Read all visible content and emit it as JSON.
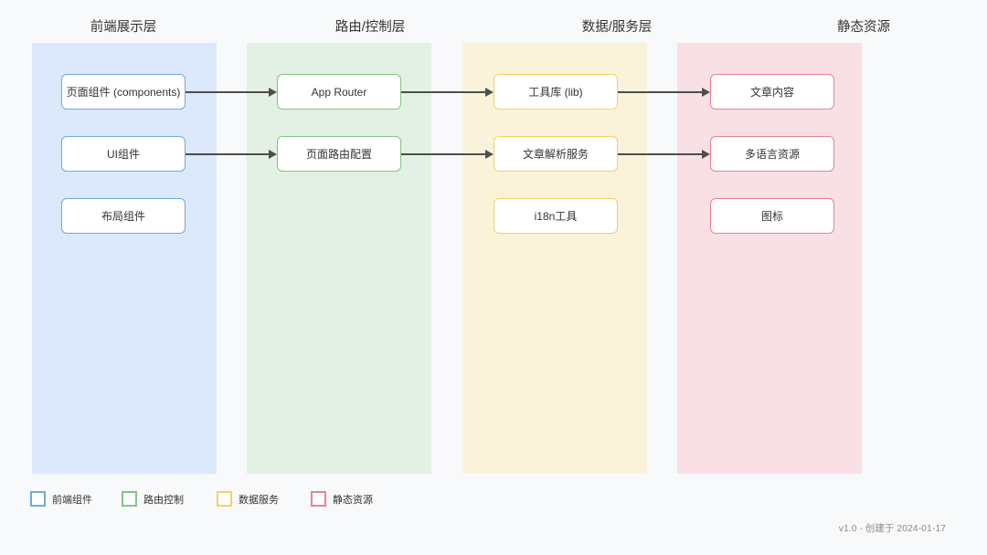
{
  "diagram": {
    "columns": [
      {
        "title": "前端展示层",
        "nodes": [
          "页面组件 (components)",
          "UI组件",
          "布局组件"
        ]
      },
      {
        "title": "路由/控制层",
        "nodes": [
          "App Router",
          "页面路由配置"
        ]
      },
      {
        "title": "数据/服务层",
        "nodes": [
          "工具库 (lib)",
          "文章解析服务",
          "i18n工具"
        ]
      },
      {
        "title": "静态资源",
        "nodes": [
          "文章内容",
          "多语言资源",
          "图标"
        ]
      }
    ],
    "edges": [
      {
        "from": "页面组件 (components)",
        "to": "App Router"
      },
      {
        "from": "App Router",
        "to": "工具库 (lib)"
      },
      {
        "from": "工具库 (lib)",
        "to": "文章内容"
      },
      {
        "from": "UI组件",
        "to": "页面路由配置"
      },
      {
        "from": "页面路由配置",
        "to": "文章解析服务"
      },
      {
        "from": "文章解析服务",
        "to": "多语言资源"
      }
    ]
  },
  "legend": {
    "items": [
      {
        "label": "前端组件",
        "color": "#6ea9e3"
      },
      {
        "label": "路由控制",
        "color": "#80c684"
      },
      {
        "label": "数据服务",
        "color": "#f3d264"
      },
      {
        "label": "静态资源",
        "color": "#ea8292"
      }
    ]
  },
  "footer": {
    "text": "v1.0 - 创建于 2024-01-17"
  },
  "colors": {
    "background": "#f8f9fa",
    "panel_blue": "#dbe9fb",
    "panel_green": "#e3f0e4",
    "panel_yellow": "#faf3d9",
    "panel_pink": "#f8e0e5",
    "border_blue": "#6ea9e3",
    "border_green": "#80c684",
    "border_yellow": "#f3d264",
    "border_red": "#ea8292",
    "arrow": "#4d4d4d"
  }
}
